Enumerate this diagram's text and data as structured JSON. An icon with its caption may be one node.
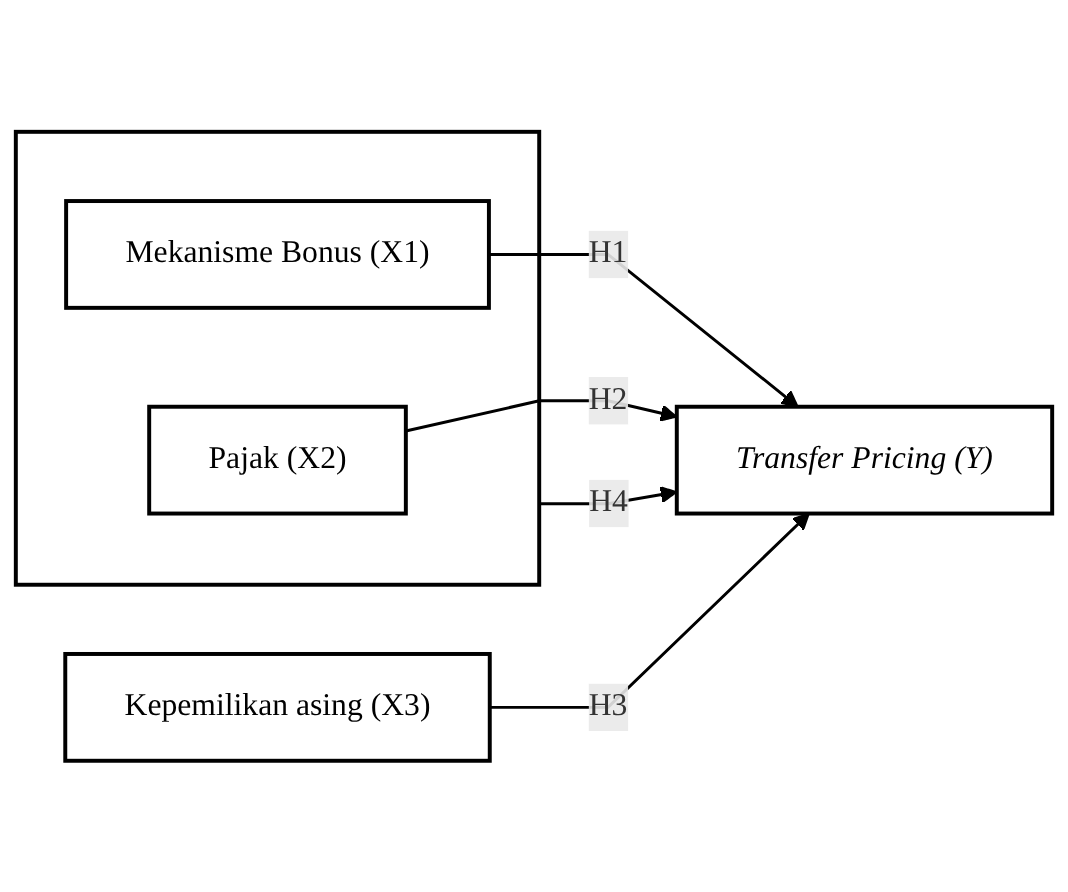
{
  "diagram": {
    "nodes": [
      {
        "text": [],
        "shape": "box"
      },
      {
        "text": [
          "Mekanisme Bonus (X1)"
        ],
        "in": 0
      },
      {
        "text": [
          "Pajak (X2)"
        ],
        "in": 0
      },
      {
        "text": [
          "Kepemilikan asing (X3)"
        ]
      },
      {
        "text": [
          "Transfer Pricing (Y)"
        ]
      }
    ],
    "edges": [
      {
        "from": 1,
        "to": 4,
        "arrow": "to",
        "label": "H1"
      },
      {
        "from": 2,
        "to": 4,
        "arrow": "to",
        "label": "H2"
      },
      {
        "from": 3,
        "to": 4,
        "arrow": "to",
        "label": "H3"
      },
      {
        "from": 0,
        "to": 4,
        "arrow": "to",
        "label": "H4"
      }
    ]
  }
}
